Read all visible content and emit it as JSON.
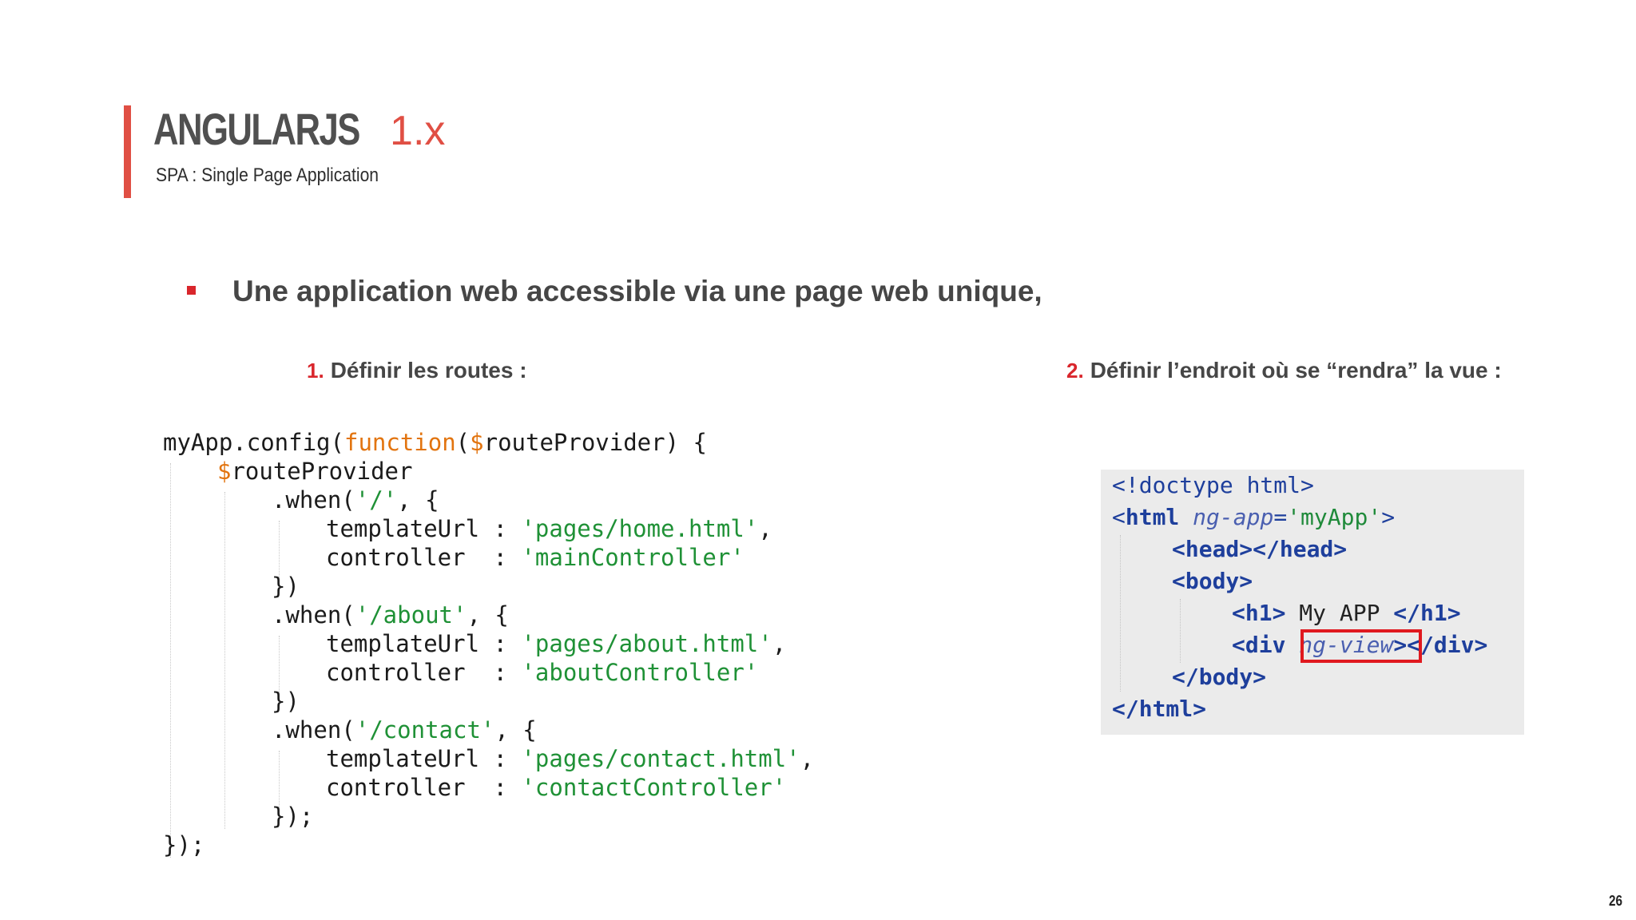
{
  "slide": {
    "title_main": "ANGULARJS",
    "title_version": "1.x",
    "subtitle": "SPA : Single Page Application",
    "page_number": "26",
    "accent_color": "#e04f44"
  },
  "bullet": {
    "text": "Une application web accessible via une page web unique,"
  },
  "steps": [
    {
      "number": "1.",
      "label": "Définir les routes :"
    },
    {
      "number": "2.",
      "label": "Définir l’endroit où se “rendra” la vue :"
    }
  ],
  "routes_code": {
    "line1": {
      "a": "myApp.config(",
      "kw": "function",
      "b": "(",
      "dollar": "$",
      "c": "routeProvider) {"
    },
    "line2": {
      "dollar": "$",
      "a": "routeProvider"
    },
    "line3": {
      "a": ".when(",
      "s": "'/'",
      "b": ", {"
    },
    "line4": {
      "a": "templateUrl : ",
      "s": "'pages/home.html'",
      "b": ","
    },
    "line5": {
      "a": "controller  : ",
      "s": "'mainController'"
    },
    "line6": {
      "a": "})"
    },
    "line7": {
      "a": ".when(",
      "s": "'/about'",
      "b": ", {"
    },
    "line8": {
      "a": "templateUrl : ",
      "s": "'pages/about.html'",
      "b": ","
    },
    "line9": {
      "a": "controller  : ",
      "s": "'aboutController'"
    },
    "line10": {
      "a": "})"
    },
    "line11": {
      "a": ".when(",
      "s": "'/contact'",
      "b": ", {"
    },
    "line12": {
      "a": "templateUrl : ",
      "s": "'pages/contact.html'",
      "b": ","
    },
    "line13": {
      "a": "controller  : ",
      "s": "'contactController'"
    },
    "line14": {
      "a": "});"
    },
    "line15": {
      "a": "});"
    }
  },
  "html_code": {
    "doctype": "<!doctype html>",
    "html_open_lt": "<",
    "html_tag": "html",
    "html_attr": "ng-app",
    "html_eq": "=",
    "html_val": "'myApp'",
    "html_open_gt": ">",
    "head_line": "<head></head>",
    "body_open": "<body>",
    "h1_open": "<h1>",
    "h1_text": " My APP ",
    "h1_close": "</h1>",
    "div_open": "<div ",
    "div_attr": "ng-view",
    "div_close": "></div>",
    "body_close": "</body>",
    "html_close": "</html>"
  }
}
